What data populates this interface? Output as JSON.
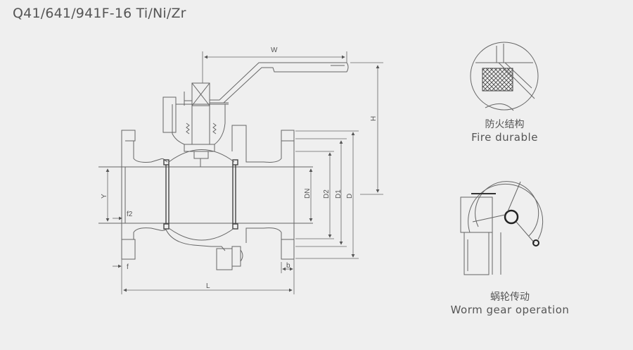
{
  "title": "Q41/641/941F-16 Ti/Ni/Zr",
  "dimensions": {
    "W": "W",
    "H": "H",
    "D": "D",
    "D1": "D1",
    "D2": "D2",
    "DN": "DN",
    "Y": "Y",
    "f2": "f2",
    "f": "f",
    "b": "b",
    "L": "L"
  },
  "details": [
    {
      "cn": "防火结构",
      "en": "Fire durable"
    },
    {
      "cn": "蜗轮传动",
      "en": "Worm gear operation"
    }
  ]
}
